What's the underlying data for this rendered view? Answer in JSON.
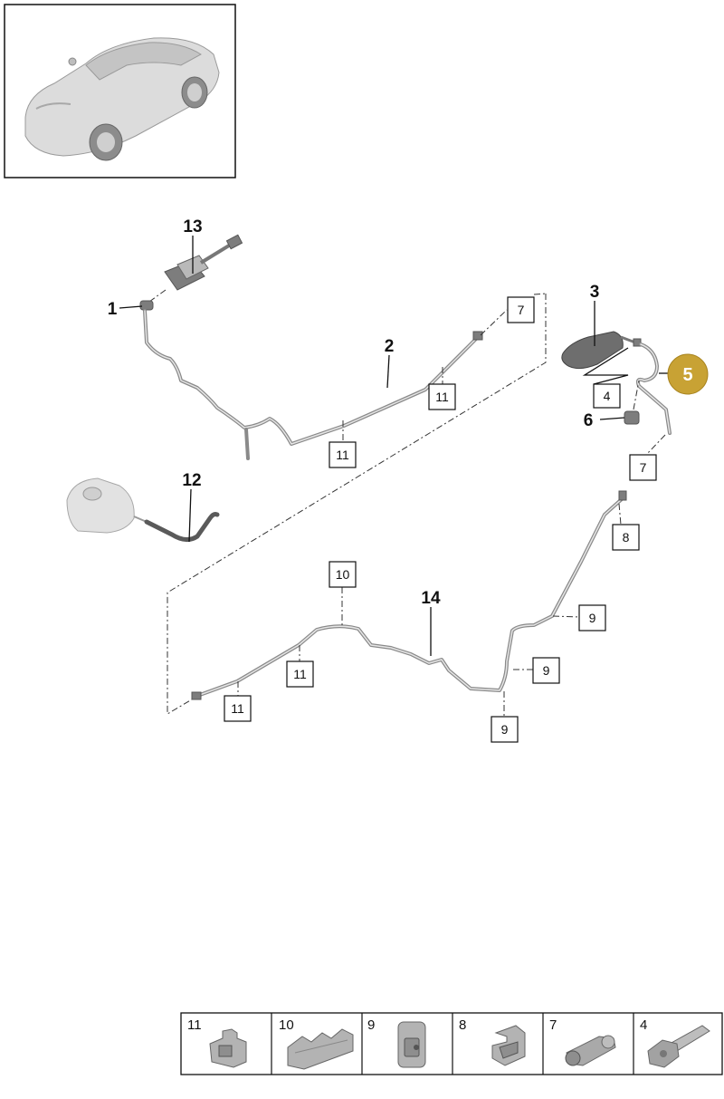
{
  "callouts": {
    "c1": "1",
    "c2": "2",
    "c3": "3",
    "c5": "5",
    "c6": "6",
    "c12": "12",
    "c13": "13",
    "c14": "14"
  },
  "boxes": {
    "b7a": "7",
    "b11a": "11",
    "b11b": "11",
    "b4": "4",
    "b7b": "7",
    "b8": "8",
    "b10": "10",
    "b11c": "11",
    "b14_9a": "9",
    "b14_9b": "9",
    "b11d": "11",
    "b9c": "9"
  },
  "highlight": {
    "label": "5",
    "color": "#c8a234"
  },
  "strip": [
    {
      "label": "11"
    },
    {
      "label": "10"
    },
    {
      "label": "9"
    },
    {
      "label": "8"
    },
    {
      "label": "7"
    },
    {
      "label": "4"
    }
  ],
  "colors": {
    "pipe": "#8a8a8a",
    "line": "#111111",
    "highlight": "#c8a234"
  }
}
